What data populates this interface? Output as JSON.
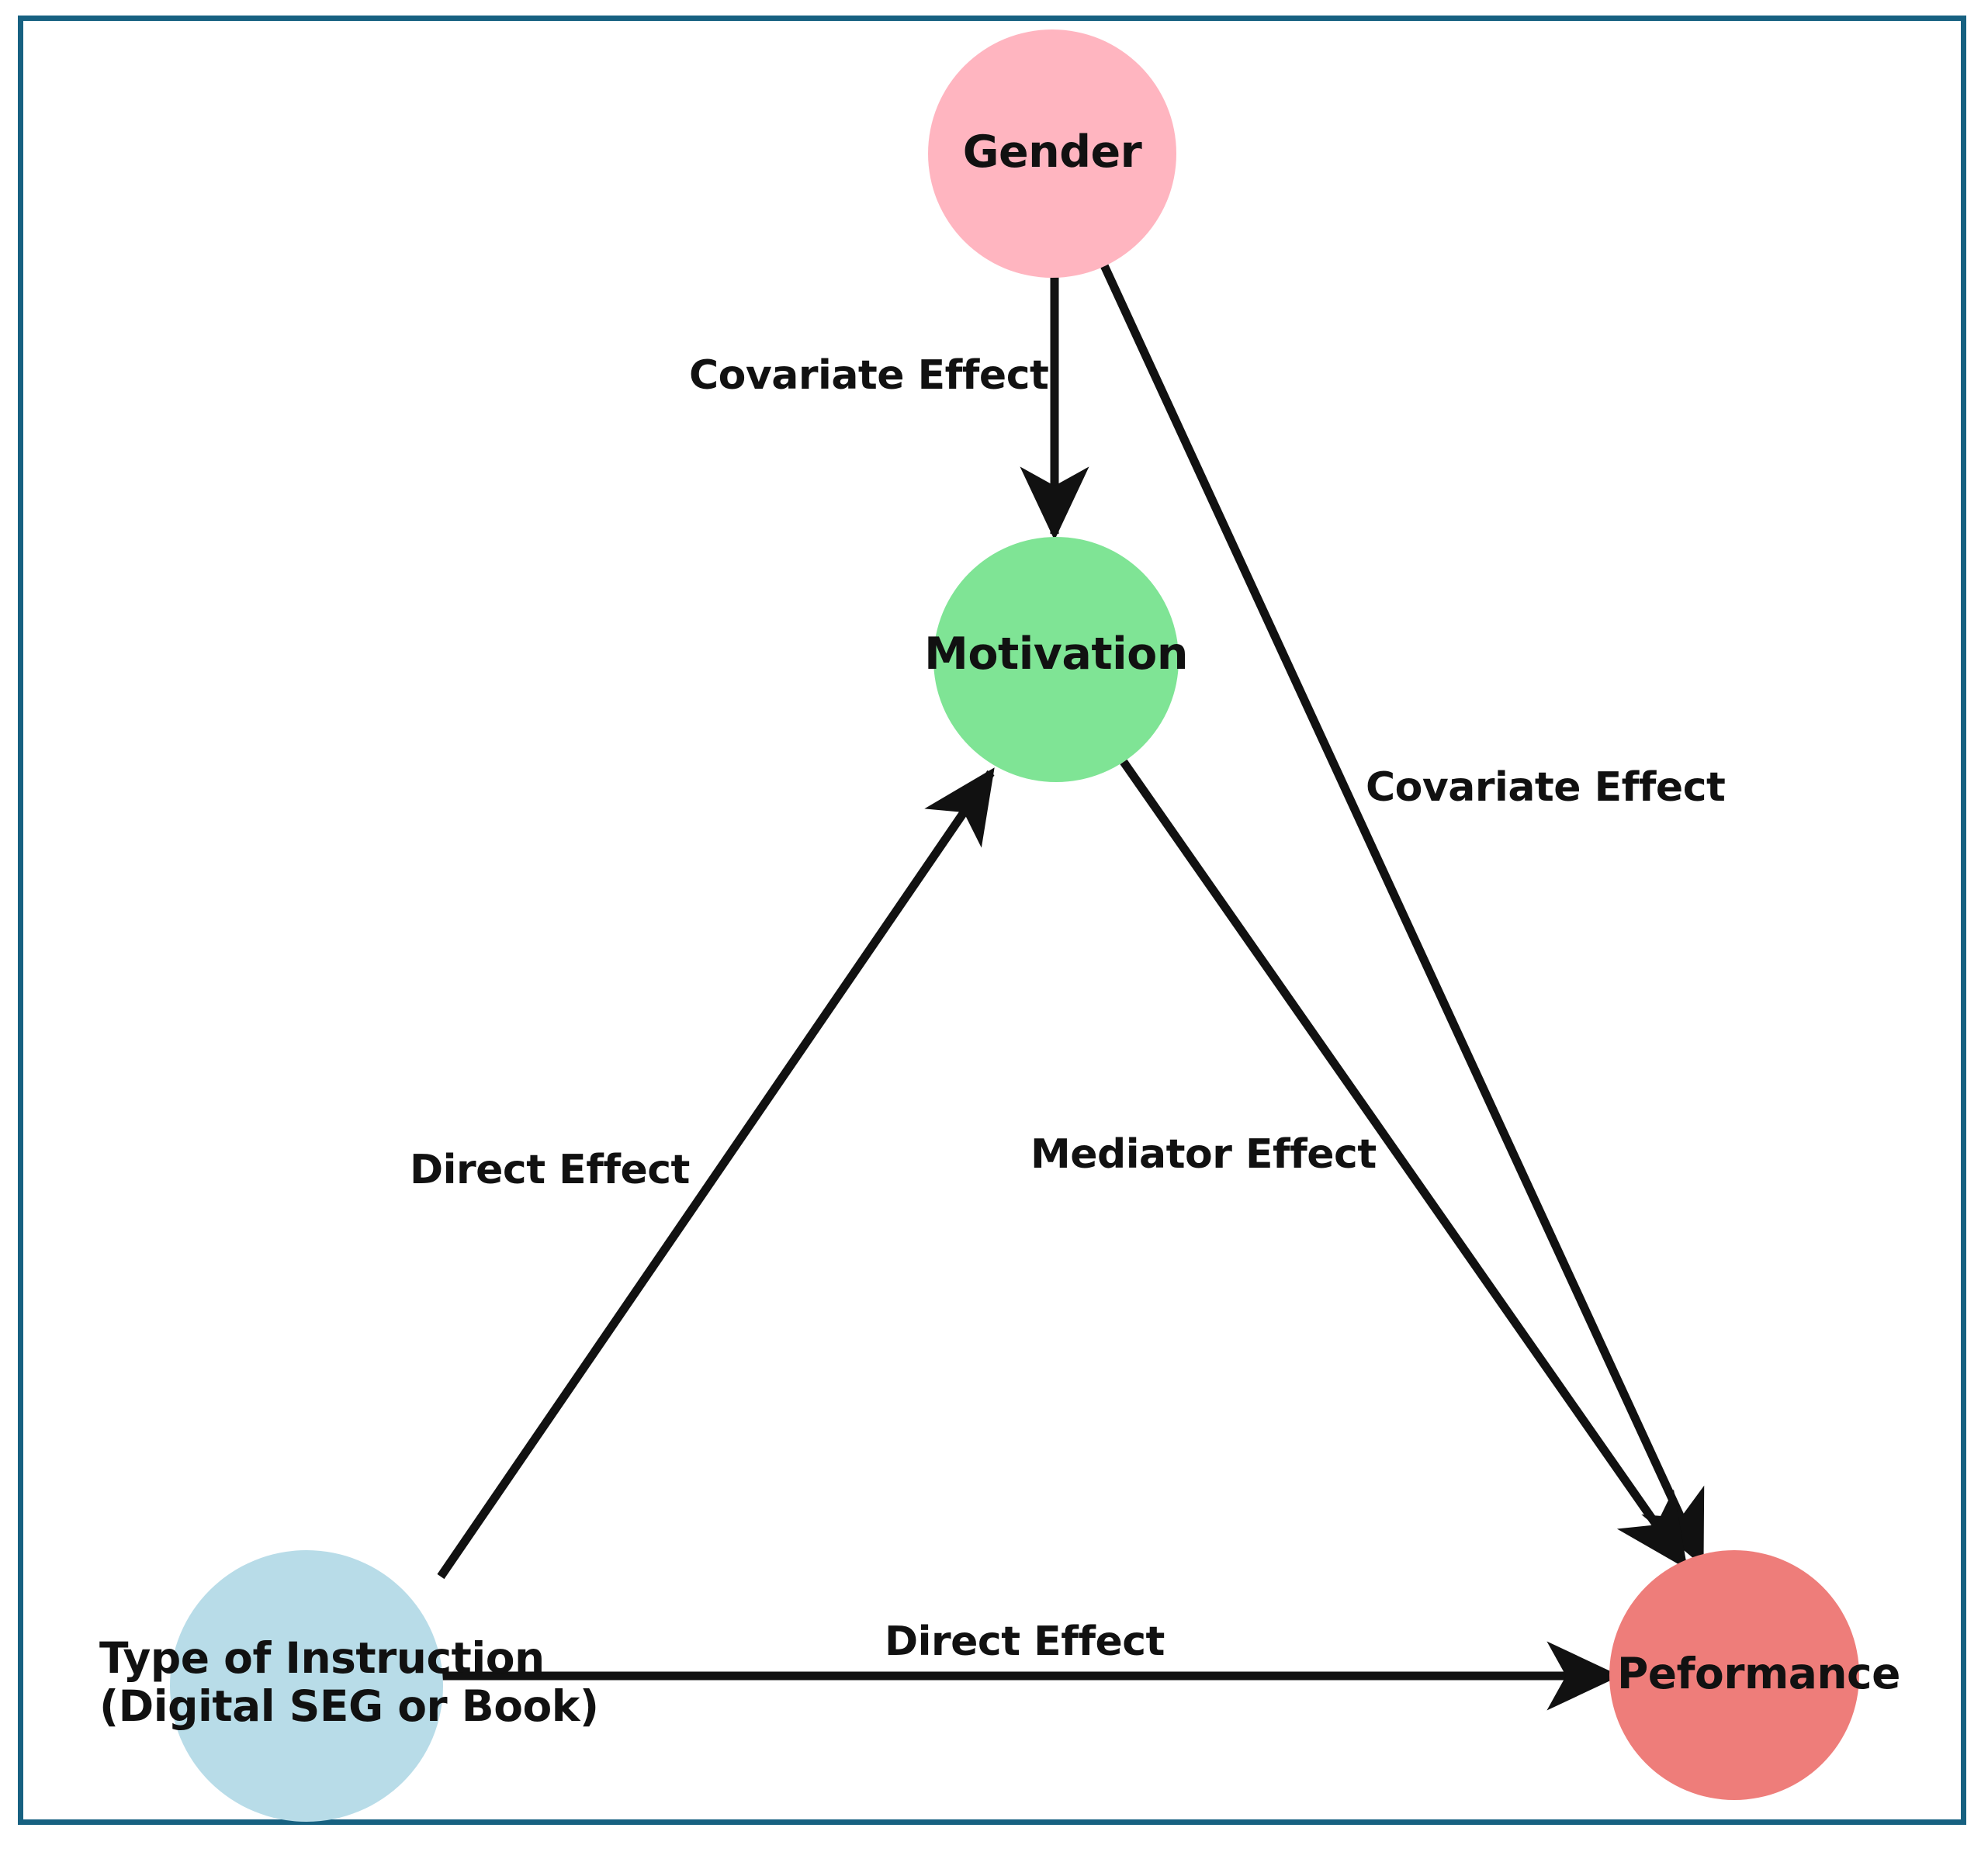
{
  "diagram": {
    "title": "Conceptual mediation model",
    "frame_color": "#176181",
    "nodes": [
      {
        "id": "gender",
        "label": "Gender",
        "color": "#FFB5C0"
      },
      {
        "id": "motivation",
        "label": "Motivation",
        "color": "#7FE495"
      },
      {
        "id": "performance",
        "label": "Peformance",
        "color": "#EE7D7A"
      },
      {
        "id": "instruction",
        "label_line1": "Type of Instruction",
        "label_line2": "(Digital SEG or Book)",
        "color": "#B8DCE8"
      }
    ],
    "edges": [
      {
        "id": "gender-motivation",
        "from": "gender",
        "to": "motivation",
        "label": "Covariate Effect"
      },
      {
        "id": "gender-performance",
        "from": "gender",
        "to": "performance",
        "label": "Covariate Effect"
      },
      {
        "id": "instruction-motivation",
        "from": "instruction",
        "to": "motivation",
        "label": "Direct Effect"
      },
      {
        "id": "motivation-performance",
        "from": "motivation",
        "to": "performance",
        "label": "Mediator Effect"
      },
      {
        "id": "instruction-performance",
        "from": "instruction",
        "to": "performance",
        "label": "Direct Effect"
      }
    ]
  }
}
